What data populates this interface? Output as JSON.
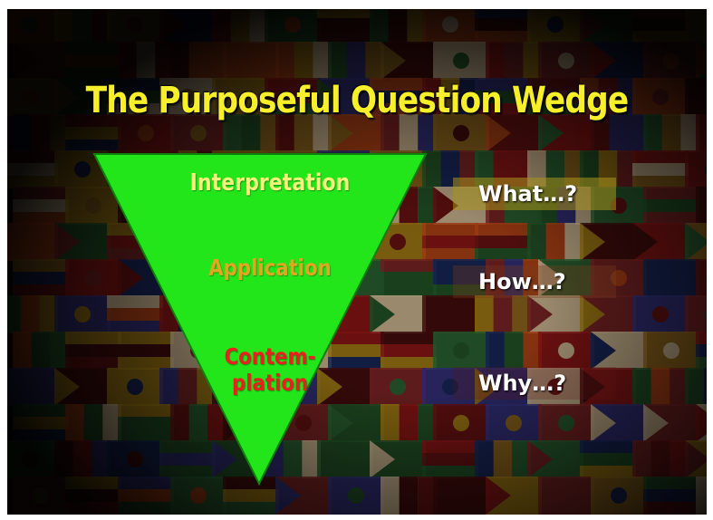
{
  "slide": {
    "title": "The Purposeful Question Wedge",
    "background": "flag-mosaic",
    "wedge_color": "#22e51a",
    "title_color": "#f6ef2a"
  },
  "wedge": {
    "levels": [
      {
        "label": "Interpretation",
        "color": "#f3f27a"
      },
      {
        "label": "Application",
        "color": "#e3a621"
      },
      {
        "label": "Contem-\nplation",
        "color": "#e8201e"
      }
    ]
  },
  "questions": [
    "What…?",
    "How…?",
    "Why…?"
  ]
}
